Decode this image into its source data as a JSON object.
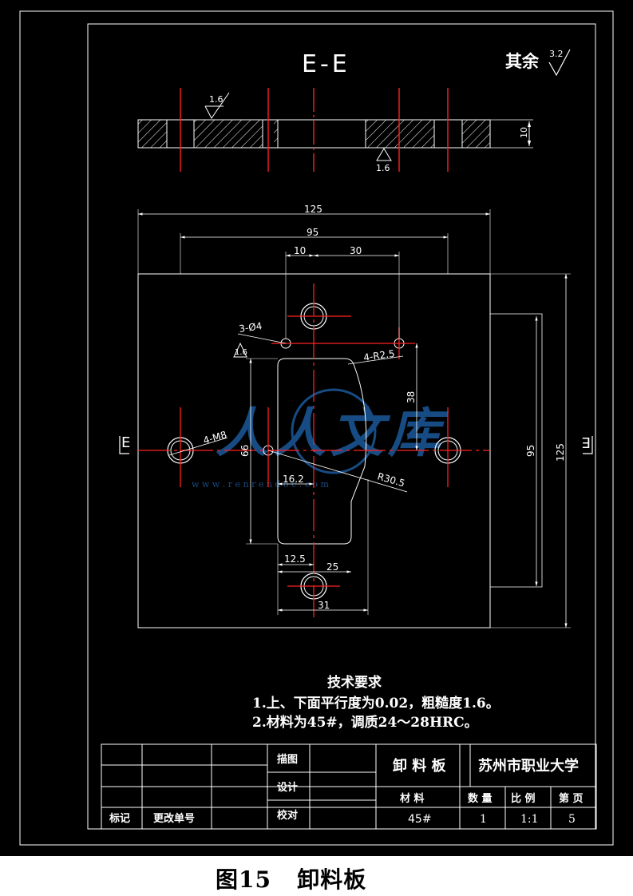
{
  "section_label": "E-E",
  "roughness_note": {
    "text": "其余",
    "value": "3.2"
  },
  "section_view": {
    "roughness_top": "1.6",
    "roughness_bottom": "1.6",
    "thickness_dim": "10"
  },
  "plan_view": {
    "dims": {
      "overall_width": "125",
      "hole_span": "95",
      "offset_10": "10",
      "offset_30": "30",
      "overall_height": "125",
      "inner_height": "95",
      "dim_38": "38",
      "dim_66": "66",
      "dim_16_2": "16.2",
      "dim_12_5": "12.5",
      "dim_25": "25",
      "dim_31": "31"
    },
    "callouts": {
      "small_holes": "3-Ø4",
      "small_holes_roughness": "1.6",
      "corner_radius": "4-R2.5",
      "threads": "4-M8",
      "arc_radius": "R30.5"
    },
    "section_marks": {
      "left": "E",
      "right": "E"
    }
  },
  "watermark": {
    "text": "人人文库",
    "url": "w w w . r e n r e n d o c . c o m"
  },
  "requirements": {
    "title": "技术要求",
    "items": [
      "1.上、下面平行度为0.02，粗糙度1.6。",
      "2.材料为45#，调质24～28HRC。"
    ]
  },
  "title_block": {
    "mark_label": "标记",
    "change_label": "更改单号",
    "drawn_label": "描图",
    "design_label": "设计",
    "check_label": "校对",
    "part_name": "卸 料 板",
    "school": "苏州市职业大学",
    "material_label": "材 料",
    "quantity_label": "数 量",
    "scale_label": "比 例",
    "page_label": "第 页",
    "material_value": "45#",
    "quantity_value": "1",
    "scale_value": "1:1",
    "page_value": "5"
  },
  "caption": "图15   卸料板",
  "colors": {
    "background": "#000000",
    "lines": "#ffffff",
    "centerlines": "#ff2020",
    "watermark": "#1a5a9a"
  }
}
